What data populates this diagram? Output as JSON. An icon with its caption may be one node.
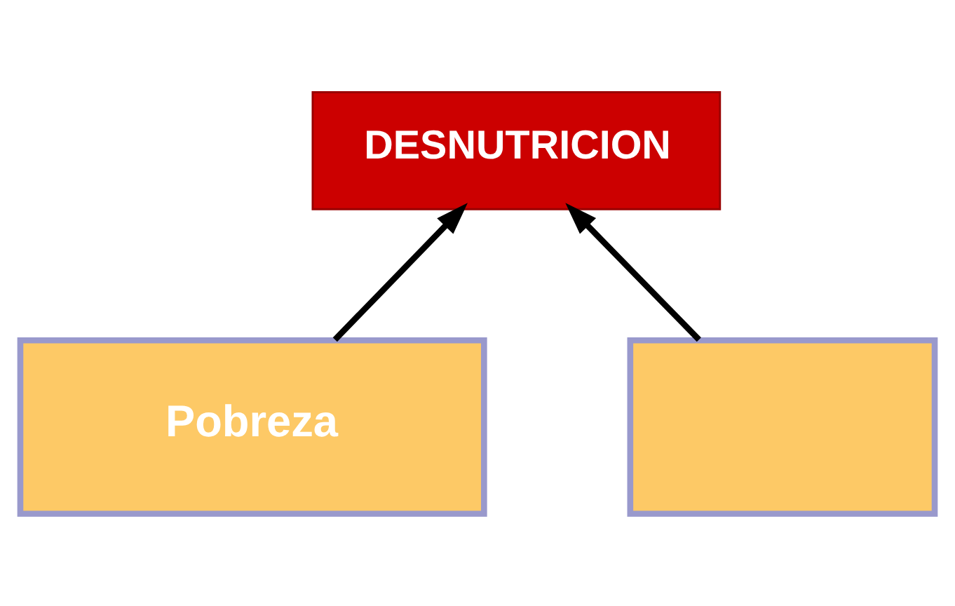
{
  "diagram": {
    "nodes": [
      {
        "text": [
          "DESNUTRICION"
        ]
      },
      {
        "text": [
          "Pobreza"
        ]
      },
      {
        "text": [],
        "shape": "box"
      }
    ],
    "edges": [
      {
        "from": 1,
        "to": 0,
        "arrow": "to"
      },
      {
        "from": 2,
        "to": 0,
        "arrow": "to"
      }
    ]
  }
}
